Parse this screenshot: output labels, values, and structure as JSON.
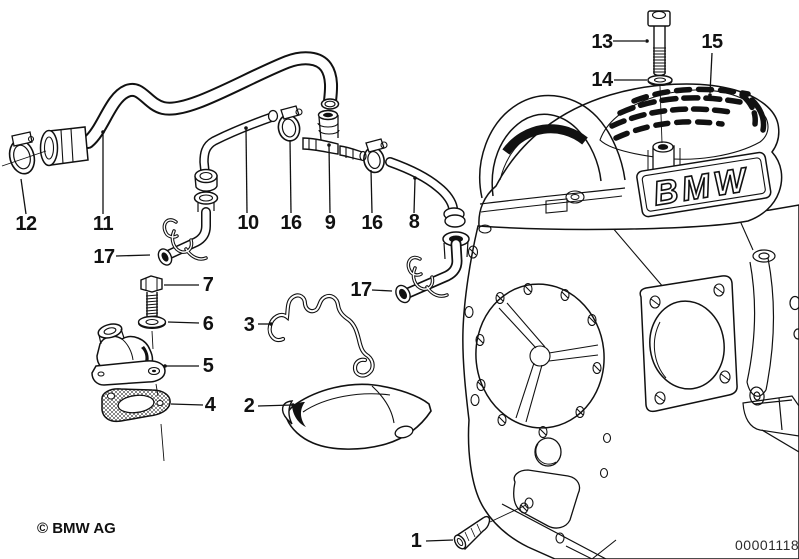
{
  "diagram": {
    "title_hint": "engine breather / emission control parts diagram",
    "copyright": "© BMW AG",
    "document_number": "00001118",
    "engine_cover_logo": "BMW",
    "callouts": {
      "n1": "1",
      "n2": "2",
      "n3": "3",
      "n4": "4",
      "n5": "5",
      "n6": "6",
      "n7": "7",
      "n8": "8",
      "n9": "9",
      "n10": "10",
      "n11": "11",
      "n12": "12",
      "n13": "13",
      "n14": "14",
      "n15": "15",
      "n16": "16",
      "n17": "17"
    }
  },
  "colors": {
    "background": "#ffffff",
    "line": "#111111",
    "label": "#111111"
  }
}
